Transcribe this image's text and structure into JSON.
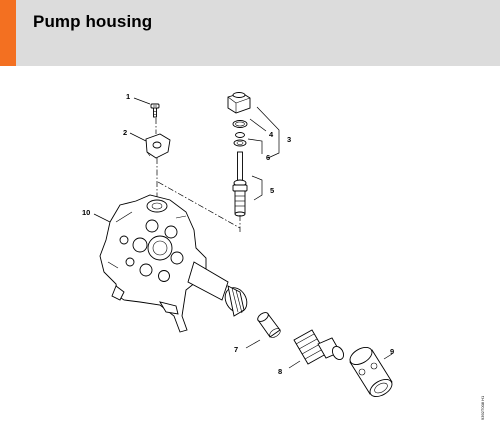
{
  "header": {
    "title": "Pump housing",
    "accent_color": "#f37021",
    "bar_color": "#dcdcdc"
  },
  "diagram": {
    "callouts": [
      "1",
      "2",
      "3",
      "4",
      "5",
      "6",
      "7",
      "8",
      "9",
      "10"
    ],
    "drawing_code": "9392T008 H1"
  }
}
